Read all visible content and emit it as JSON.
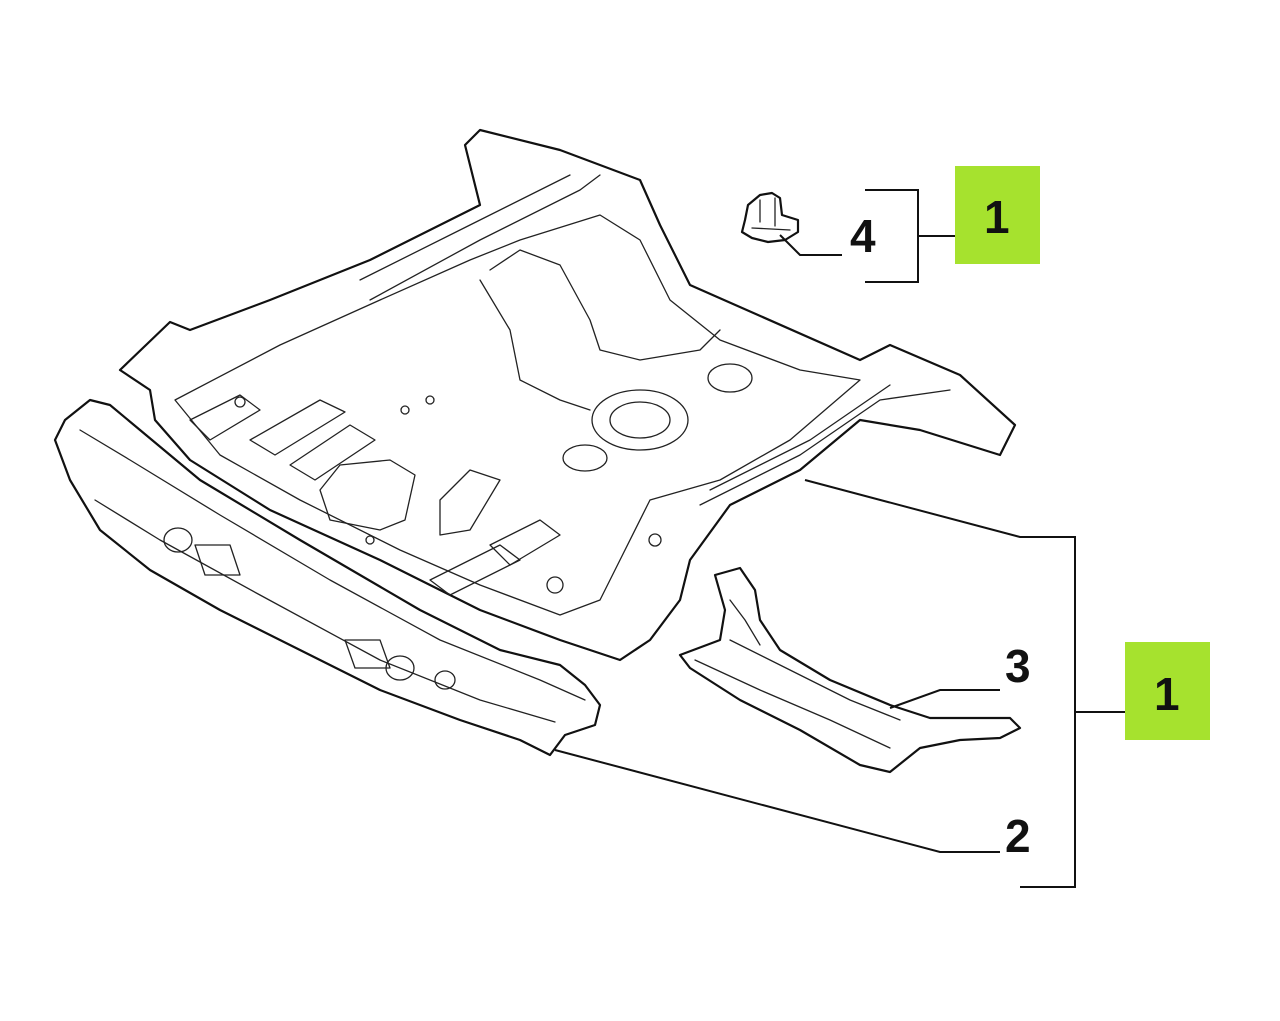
{
  "diagram": {
    "accent_color": "#a6e22e",
    "line_color": "#111111",
    "callouts": {
      "group_top": "1",
      "group_main": "1",
      "bracket_part": "4",
      "crossmember": "3",
      "rear_beam": "2"
    }
  }
}
